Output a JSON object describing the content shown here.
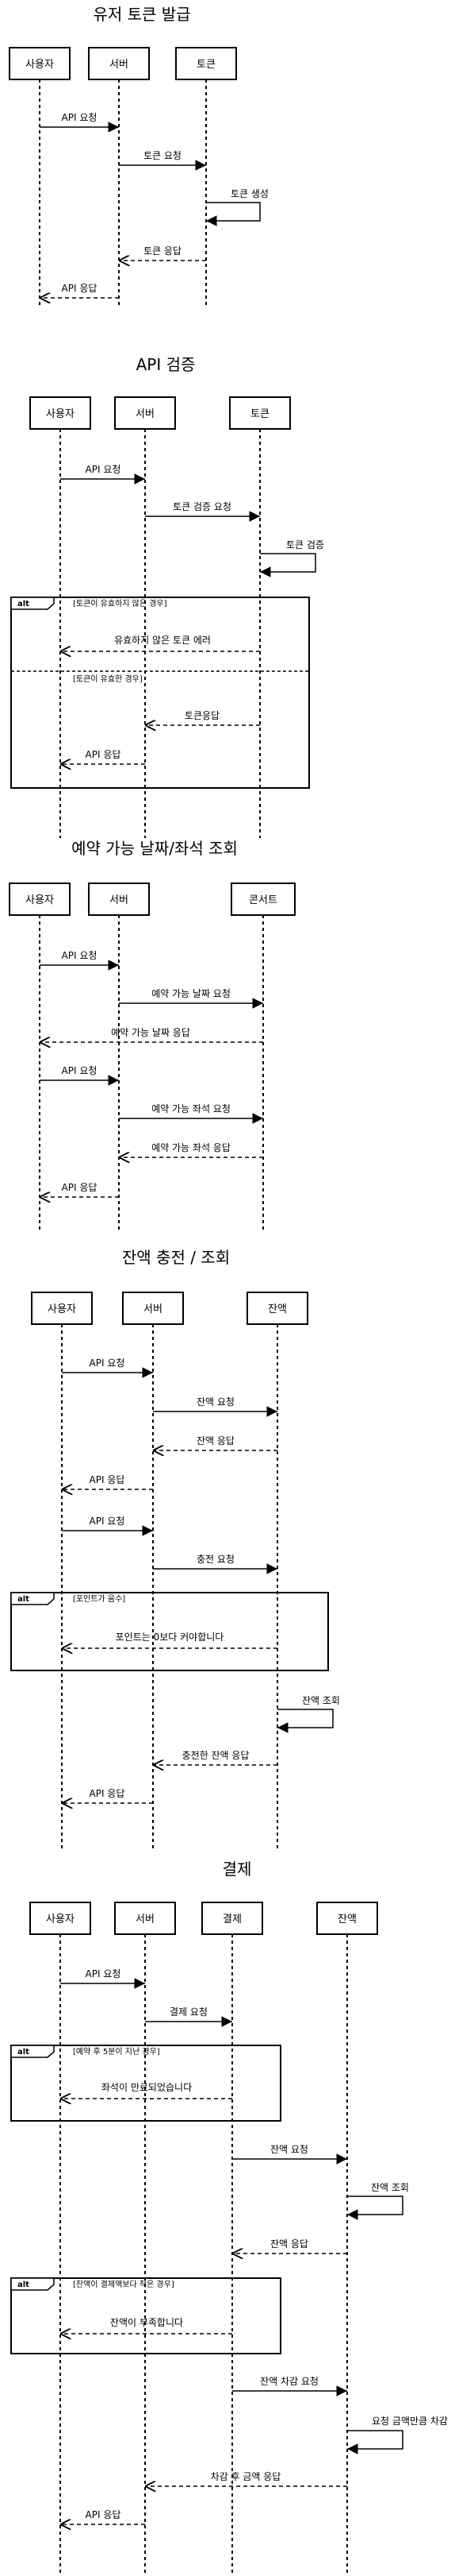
{
  "diagrams": [
    {
      "title": "유저 토큰 발급",
      "participants": [
        "사용자",
        "서버",
        "토큰"
      ],
      "messages": [
        {
          "label": "API 요청"
        },
        {
          "label": "토큰 요청"
        },
        {
          "label": "토큰 생성"
        },
        {
          "label": "토큰 응답"
        },
        {
          "label": "API 응답"
        }
      ]
    },
    {
      "title": "API 검증",
      "participants": [
        "사용자",
        "서버",
        "토큰"
      ],
      "messages": [
        {
          "label": "API 요청"
        },
        {
          "label": "토큰 검증 요청"
        },
        {
          "label": "토큰 검증"
        }
      ],
      "alt": {
        "keyword": "alt",
        "guard1": "[토큰이 유효하지 않은 경우]",
        "messages1": [
          {
            "label": "유효하지 않은 토큰 에러"
          }
        ],
        "guard2": "[토큰이 유효한 경우]",
        "messages2": [
          {
            "label": "토큰응답"
          },
          {
            "label": "API 응답"
          }
        ]
      }
    },
    {
      "title": "예약 가능 날짜/좌석 조회",
      "participants": [
        "사용자",
        "서버",
        "콘서트"
      ],
      "messages": [
        {
          "label": "API 요청"
        },
        {
          "label": "예약 가능 날짜 요청"
        },
        {
          "label": "예약 가능 날짜 응답"
        },
        {
          "label": "API 요청"
        },
        {
          "label": "예약 가능 좌석 요청"
        },
        {
          "label": "예약 가능 좌석 응답"
        },
        {
          "label": "API 응답"
        }
      ]
    },
    {
      "title": "잔액 충전 / 조회",
      "participants": [
        "사용자",
        "서버",
        "잔액"
      ],
      "messages": [
        {
          "label": "API 요청"
        },
        {
          "label": "잔액 요청"
        },
        {
          "label": "잔액 응답"
        },
        {
          "label": "API 응답"
        },
        {
          "label": "API 요청"
        },
        {
          "label": "충전 요청"
        }
      ],
      "alt": {
        "keyword": "alt",
        "guard1": "[포인트가 음수]",
        "messages1": [
          {
            "label": "포인트는 0보다 커야합니다"
          }
        ]
      },
      "after": [
        {
          "label": "잔액 조회"
        },
        {
          "label": "충전한 잔액 응답"
        },
        {
          "label": "API 응답"
        }
      ]
    },
    {
      "title": "결제",
      "participants": [
        "사용자",
        "서버",
        "결제",
        "잔액"
      ],
      "messages": [
        {
          "label": "API 요청"
        },
        {
          "label": "결제 요청"
        }
      ],
      "alt1": {
        "keyword": "alt",
        "guard1": "[예약 후 5분이 지난 경우]",
        "messages1": [
          {
            "label": "좌석이 만료되었습니다"
          }
        ]
      },
      "middle": [
        {
          "label": "잔액 요청"
        },
        {
          "label": "잔액 조회"
        },
        {
          "label": "잔액 응답"
        }
      ],
      "alt2": {
        "keyword": "alt",
        "guard1": "[잔액이 결제액보다 작은 경우]",
        "messages1": [
          {
            "label": "잔액이 부족합니다"
          }
        ]
      },
      "after": [
        {
          "label": "잔액 차감 요청"
        },
        {
          "label": "요청 금액만큼 차감"
        },
        {
          "label": "차감 후 금액 응답"
        },
        {
          "label": "API 응답"
        }
      ]
    }
  ]
}
